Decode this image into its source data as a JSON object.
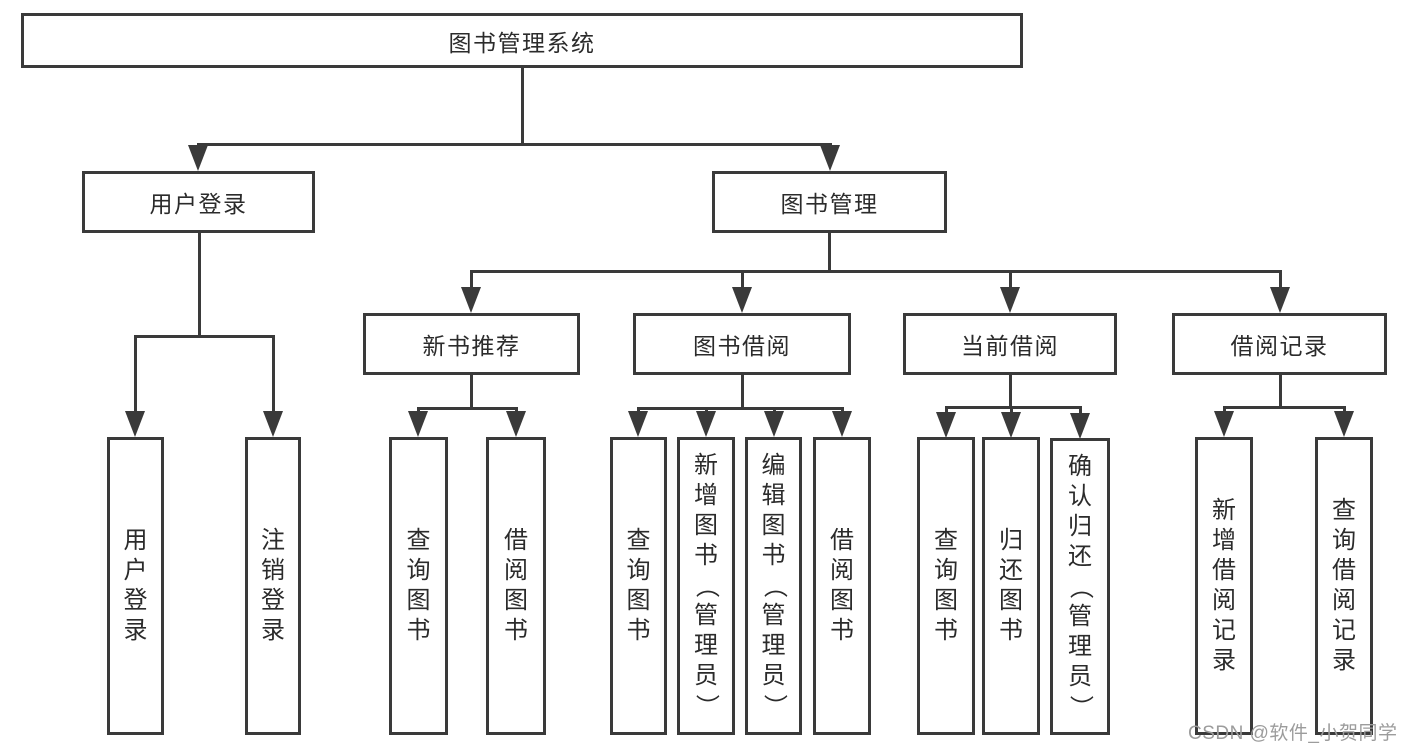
{
  "colors": {
    "line": "#3a3a3a",
    "text": "#2b2b2b",
    "box_background": "#ffffff",
    "page_background": "#ffffff",
    "watermark": "#9c9c9c"
  },
  "diagram": {
    "root": {
      "label": "图书管理系统"
    },
    "level2": [
      {
        "label": "用户登录"
      },
      {
        "label": "图书管理"
      }
    ],
    "level3": [
      {
        "label": "新书推荐"
      },
      {
        "label": "图书借阅"
      },
      {
        "label": "当前借阅"
      },
      {
        "label": "借阅记录"
      }
    ],
    "leaves": {
      "user_login": [
        {
          "label": "用户登录"
        },
        {
          "label": "注销登录"
        }
      ],
      "new_books": [
        {
          "label": "查询图书"
        },
        {
          "label": "借阅图书"
        }
      ],
      "book_borrow": [
        {
          "label": "查询图书"
        },
        {
          "label": "新增图书（管理员）"
        },
        {
          "label": "编辑图书（管理员）"
        },
        {
          "label": "借阅图书"
        }
      ],
      "current_borrow": [
        {
          "label": "查询图书"
        },
        {
          "label": "归还图书"
        },
        {
          "label": "确认归还（管理员）"
        }
      ],
      "borrow_records": [
        {
          "label": "新增借阅记录"
        },
        {
          "label": "查询借阅记录"
        }
      ]
    }
  },
  "watermark": {
    "text": "CSDN @软件_小贺同学"
  }
}
